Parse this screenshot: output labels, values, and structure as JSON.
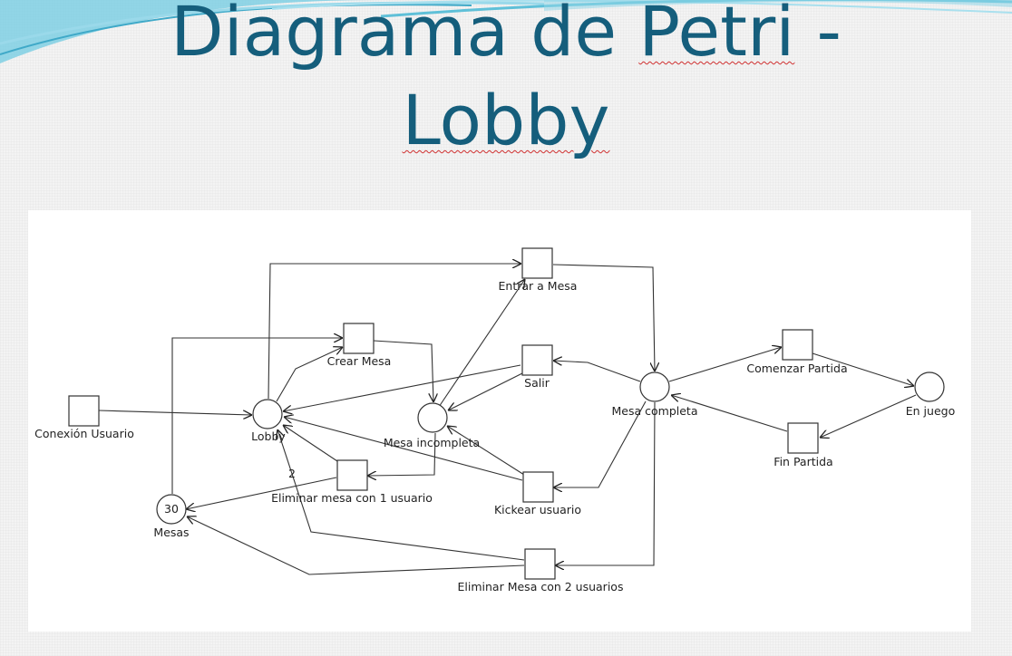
{
  "slide": {
    "title_line1_a": "Diagrama de ",
    "title_line1_b": "Petri",
    "title_line1_c": " -",
    "title_line2": "Lobby"
  },
  "places": {
    "lobby": "Lobby",
    "mesa_incompleta": "Mesa incompleta",
    "mesa_completa": "Mesa completa",
    "en_juego": "En juego",
    "mesas": "Mesas",
    "mesas_tokens": "30"
  },
  "transitions": {
    "conexion_usuario": "Conexión Usuario",
    "crear_mesa": "Crear Mesa",
    "entrar_a_mesa": "Entrar a Mesa",
    "salir": "Salir",
    "eliminar_mesa_1": "Eliminar mesa con 1 usuario",
    "kickear_usuario": "Kickear usuario",
    "eliminar_mesa_2": "Eliminar Mesa con 2 usuarios",
    "comenzar_partida": "Comenzar Partida",
    "fin_partida": "Fin Partida"
  },
  "arc_weights": {
    "eliminar_mesa_1_to_lobby": "2"
  },
  "colors": {
    "title": "#155e7c",
    "spellcheck": "#d03030",
    "stroke": "#333333",
    "wave": "#5fc0d8"
  }
}
